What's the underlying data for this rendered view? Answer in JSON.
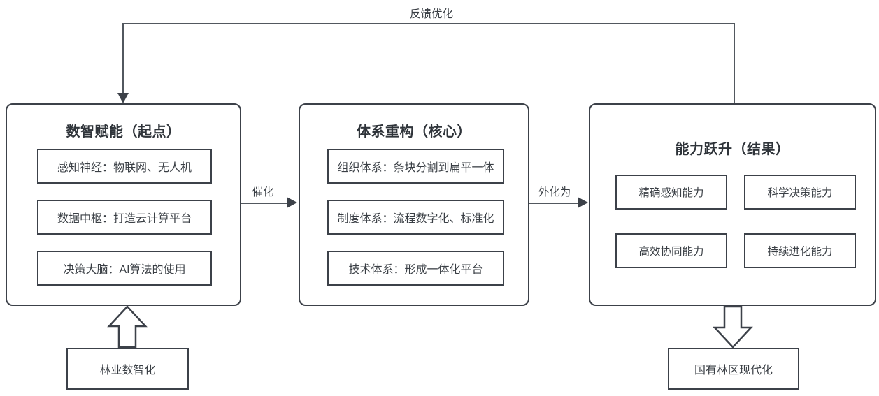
{
  "diagram": {
    "title_text": "",
    "stages": [
      {
        "id": "stage-enable",
        "title": "数智赋能（起点）",
        "items": [
          "感知神经：物联网、无人机",
          "数据中枢：打造云计算平台",
          "决策大脑：AI算法的使用"
        ]
      },
      {
        "id": "stage-restructure",
        "title": "体系重构（核心）",
        "items": [
          "组织体系：条块分割到扁平一体",
          "制度体系：流程数字化、标准化",
          "技术体系：形成一体化平台"
        ]
      },
      {
        "id": "stage-capability",
        "title": "能力跃升（结果）",
        "items": [
          "精确感知能力",
          "科学决策能力",
          "高效协同能力",
          "持续进化能力"
        ]
      }
    ],
    "edges": {
      "feedback_label": "反馈优化",
      "enable_to_restructure_label": "催化",
      "restructure_to_capability_label": "外化为"
    },
    "endpoints": {
      "input": "林业数智化",
      "output": "国有林区现代化"
    },
    "colors": {
      "stroke": "#3c4149",
      "line": "#52585f",
      "text": "#3a3f45",
      "background": "#ffffff"
    }
  }
}
